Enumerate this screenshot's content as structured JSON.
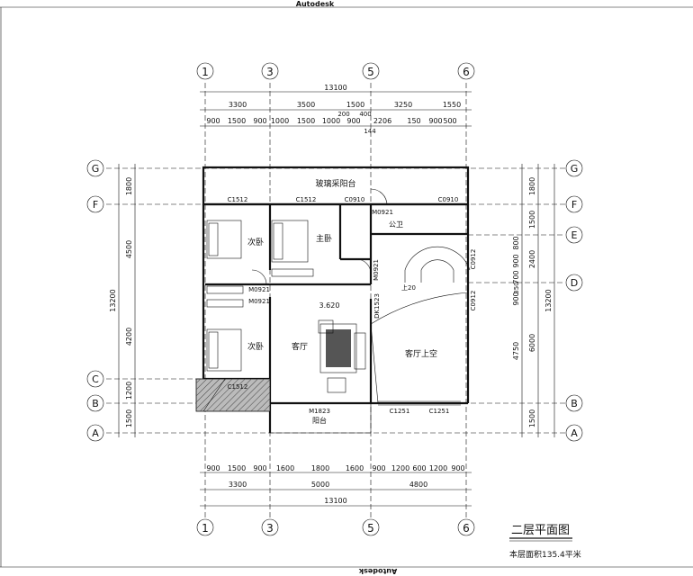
{
  "header": {
    "brand_top": "Autodesk",
    "brand_bottom": "Autodesk"
  },
  "title": {
    "main": "二层平面图",
    "area_note": "本层面积135.4平米"
  },
  "axes_top": [
    "1",
    "3",
    "5",
    "6"
  ],
  "axes_bottom": [
    "1",
    "3",
    "5",
    "6"
  ],
  "axes_side": [
    "G",
    "F",
    "E",
    "D",
    "C",
    "B",
    "A"
  ],
  "dims_top": {
    "total": "13100",
    "row2": [
      "3300",
      "3500",
      "1500",
      "3250",
      "1550"
    ],
    "row3": [
      "900",
      "1500",
      "900",
      "1000",
      "1500",
      "1000",
      "900",
      "2206",
      "150",
      "900",
      "500"
    ],
    "extra": [
      "200",
      "400",
      "144"
    ]
  },
  "dims_bottom": {
    "row1": [
      "900",
      "1500",
      "900",
      "1600",
      "1800",
      "1600",
      "900",
      "1200",
      "600",
      "1200",
      "900"
    ],
    "row2": [
      "3300",
      "5000",
      "4800"
    ],
    "total": "13100"
  },
  "dims_left": {
    "outer": [
      "1800",
      "4500",
      "4200",
      "1200",
      "1500"
    ],
    "total": "13200"
  },
  "dims_right": {
    "inner": [
      "1500",
      "800",
      "900",
      "700",
      "350",
      "900",
      "4750",
      "1500"
    ],
    "mid": [
      "2400",
      "6000"
    ],
    "total": "13200"
  },
  "rooms": {
    "glass_balcony": "玻璃采阳台",
    "bedroom1": "次卧",
    "master": "主卧",
    "bedroom2": "次卧",
    "living": "客厅",
    "void": "客厅上空",
    "bath": "公卫",
    "balcony": "阳台"
  },
  "labels": {
    "c1512_a": "C1512",
    "c1512_b": "C1512",
    "c1512_c": "C1512",
    "c0910_a": "C0910",
    "c0910_b": "C0910",
    "m0921_a": "M0921",
    "m0921_b": "M0921",
    "m0921_c": "M0921",
    "m0921_d": "M0921",
    "c0912_a": "C0912",
    "c0912_b": "C0912",
    "dk1523": "DK1523",
    "m1823": "M1823",
    "c1251_a": "C1251",
    "c1251_b": "C1251",
    "elev": "3.620",
    "up": "上20"
  }
}
